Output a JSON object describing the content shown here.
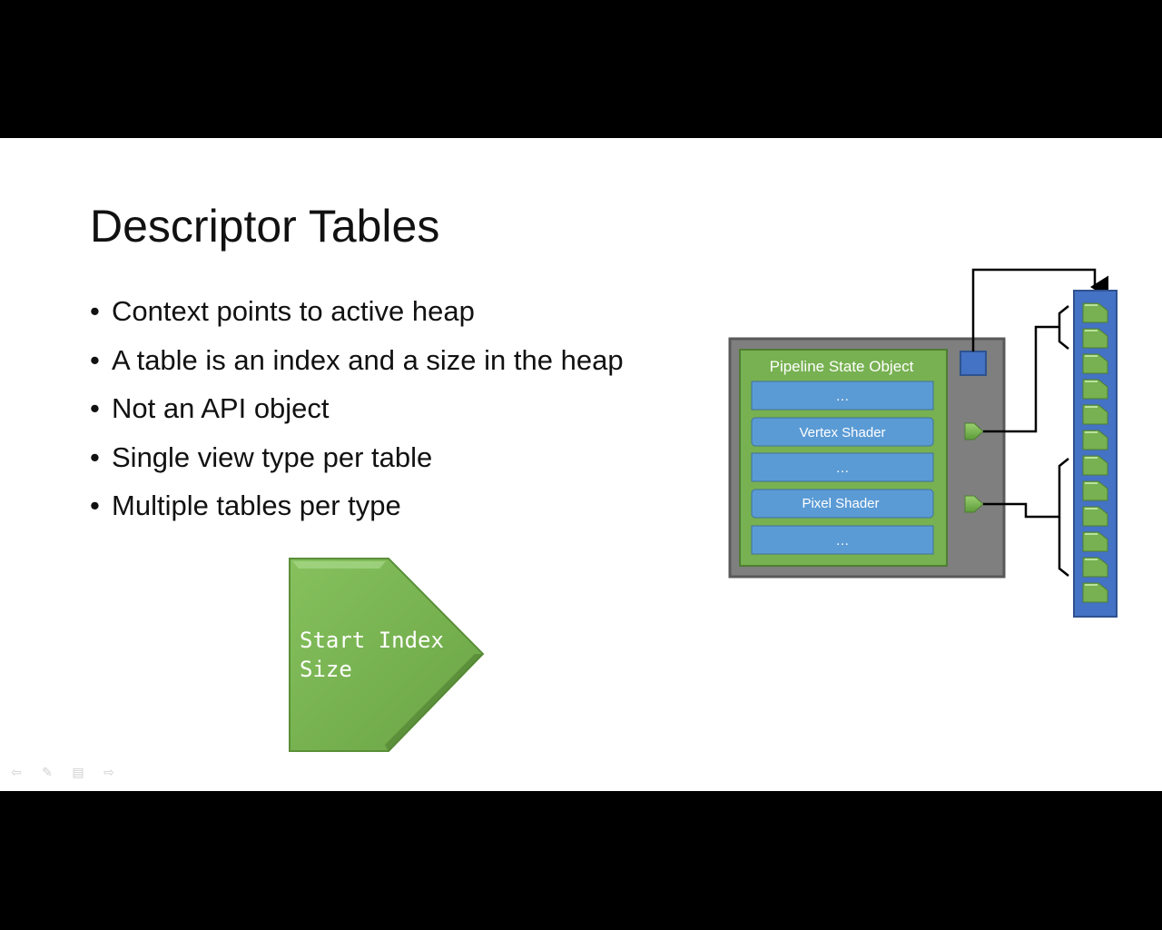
{
  "slide": {
    "title": "Descriptor Tables",
    "bullets": [
      "Context points to active heap",
      "A table is an index and a size in the heap",
      "Not an API object",
      "Single view type per table",
      "Multiple tables per type"
    ]
  },
  "table_shape": {
    "line1": "Start Index",
    "line2": "Size"
  },
  "pso": {
    "title": "Pipeline State Object",
    "slots": [
      "…",
      "Vertex Shader",
      "…",
      "Pixel Shader",
      "…"
    ]
  },
  "heap": {
    "descriptor_count": 12
  },
  "colors": {
    "green": "#77b151",
    "green_dark": "#4e7d33",
    "blue": "#5b9bd5",
    "blue_heap": "#4472c4",
    "gray_frame": "#7f7f7f"
  },
  "nav": {
    "icons": [
      "prev-icon",
      "pen-icon",
      "menu-icon",
      "next-icon"
    ]
  }
}
